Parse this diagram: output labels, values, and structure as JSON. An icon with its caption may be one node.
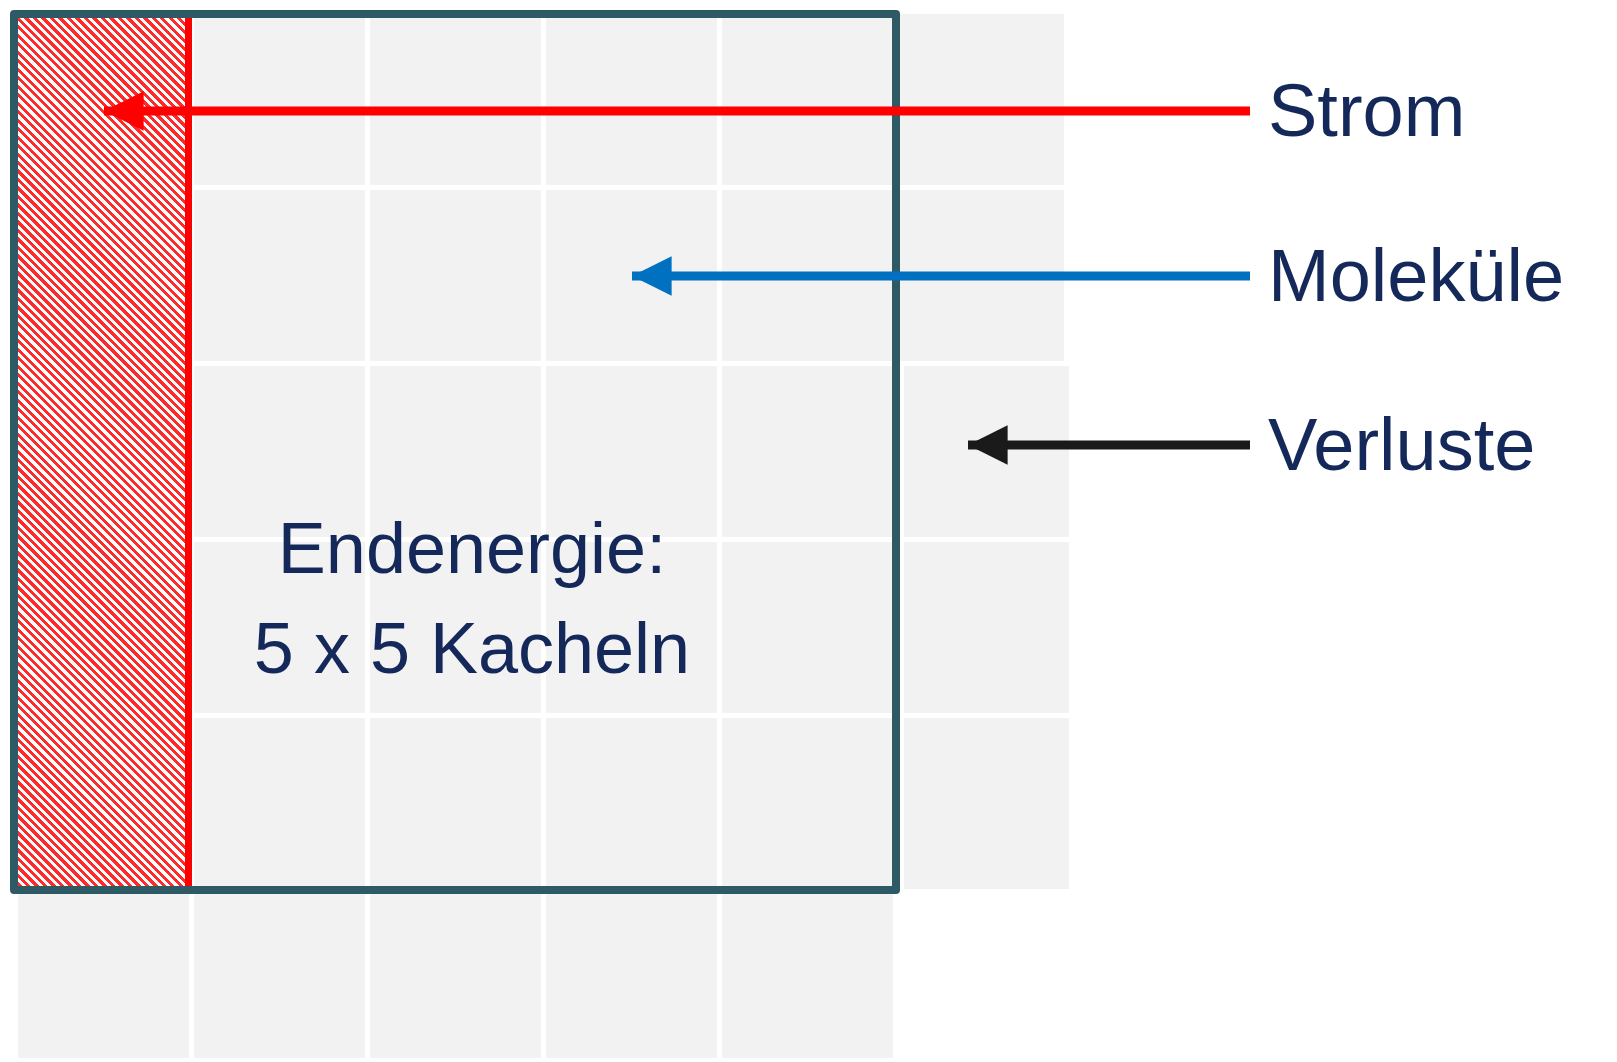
{
  "diagram": {
    "nodes": [
      {
        "text": [
          "Endenergie: 5 x 5 Kacheln"
        ]
      },
      {
        "text": [],
        "shape": "bar",
        "in": 0
      },
      {
        "text": [],
        "shape": "box",
        "in": 0
      },
      {
        "text": [
          "Strom"
        ]
      },
      {
        "text": [
          "Moleküle"
        ]
      },
      {
        "text": [
          "Verluste"
        ]
      },
      {
        "text": [],
        "shape": "box"
      }
    ],
    "edges": [
      {
        "from": 3,
        "to": 1,
        "arrow": "to",
        "color": "#ff0000"
      },
      {
        "from": 4,
        "to": 2,
        "arrow": "to",
        "color": "#0070c0"
      },
      {
        "from": 5,
        "to": 6,
        "arrow": "to",
        "color": "#1a1a1a"
      }
    ]
  }
}
